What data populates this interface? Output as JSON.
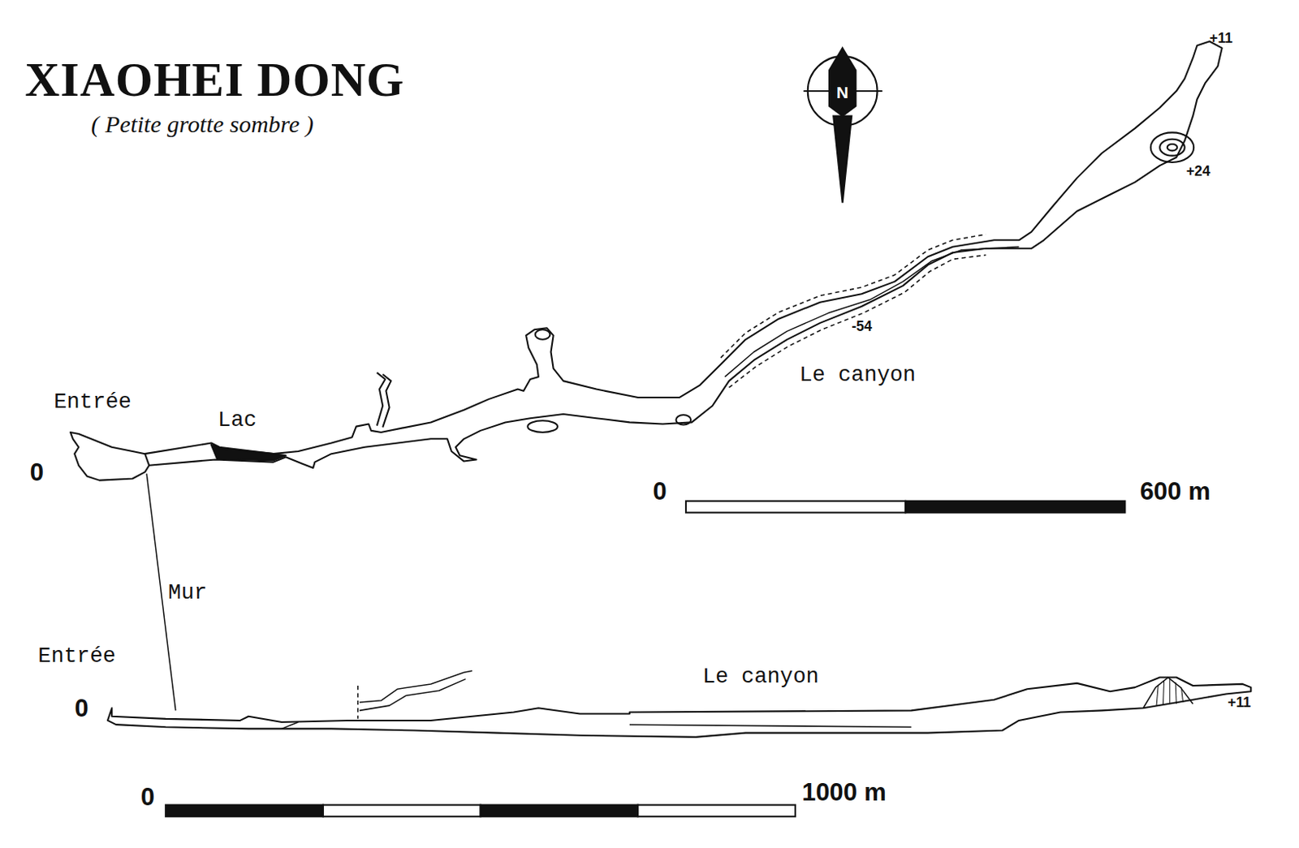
{
  "diagram": {
    "title": "XIAOHEI DONG",
    "labels": [
      "( Petite grotte sombre )",
      "N",
      "+11",
      "+24",
      "-54",
      "Le canyon",
      "Entrée",
      "Lac",
      "0",
      "0",
      "600 m",
      "Mur",
      "Entrée",
      "0",
      "Le canyon",
      "+11",
      "0",
      "1000 m"
    ]
  }
}
